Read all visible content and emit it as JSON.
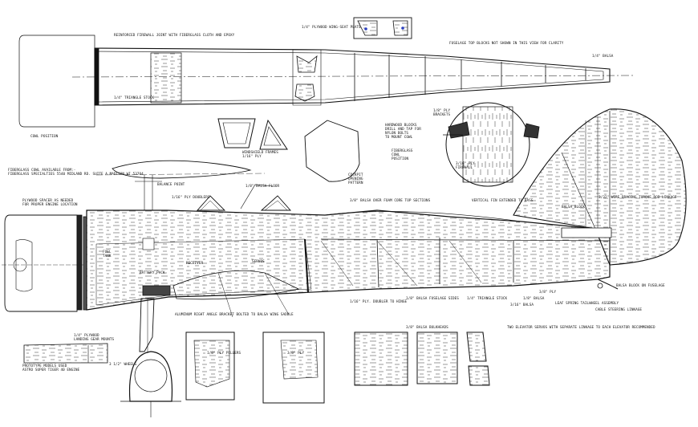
{
  "labels": {
    "firewall_joint": "REINFORCED FIREWALL JOINT WITH FIBERGLASS CLOTH AND EPOXY",
    "ply_wing_seat": "1/4\" PLYWOOD WING-SEAT PLATE",
    "top_blocks_note": "FUSELAGE TOP BLOCKS NOT SHOWN IN THIS VIEW FOR CLARITY",
    "balsa_quarter": "1/4\" BALSA",
    "triangle_stock": "1/4\" TRIANGLE STOCK",
    "cowl_position": "COWL POSITION",
    "ply_brackets": "1/8\" PLY\nBRACKETS",
    "hardwood_blocks": "HARDWOOD BLOCKS\nDRILL AND TAP FOR\nNYLON BOLTS\nTO MOUNT COWL",
    "windshield_frames": "WINDSHIELD FRAMES\n1/16\" PLY",
    "fiberglass_cowl_position": "FIBERGLASS\nCOWL\nPOSITION",
    "ply_firewall": "3/16\" PLY\nFIREWALL",
    "cowl_available": "FIBERGLASS COWL AVAILABLE FROM:-\nFIBERGLASS SPECIALTIES 5540 MIDLAND RD. SUITE A MADISON WI 53704",
    "balance_point": "BALANCE POINT",
    "balsa_floor": "1/8\" BALSA FLOOR",
    "ply_doublers": "1/16\" PLY DOUBLERS",
    "cockpit_pattern": "COCKPIT\nOPENING\nPATTERN",
    "ply_spacer": "PLYWOOD SPACER AS NEEDED\nFOR PROPER ENGINE LOCATION",
    "foam_core_sections": "3/8\" BALSA OVER FOAM CORE TOP SECTIONS",
    "vertical_fin": "VERTICAL FIN EXTENDED TO BASE",
    "balsa_block": "BALSA BLOCK",
    "wire_bracing": "3/32\" WIRE BRACING TORQUE ROD LINKAGE",
    "fuel_tank": "FUEL\nTANK",
    "battery_pack": "BATTERY PACK",
    "receiver": "RECEIVER",
    "servos": "SERVOS",
    "ply_lw": "3/8\" PLY",
    "balsa_18": "1/8\" BALSA",
    "balsa_block_fuselage": "BALSA BLOCK ON FUSELAGE",
    "ply_doubler_hinge": "1/16\" PLY. DOUBLER TO HINGE",
    "balsa_fuselage_sides": "1/8\" BALSA FUSELAGE SIDES",
    "triangle_stock_b": "1/4\" TRIANGLE STOCK",
    "balsa_316": "3/16\" BALSA",
    "leaf_spring": "LEAF SPRING TAILWHEEL ASSEMBLY",
    "cable_steering": "CABLE STEERING LINKAGE",
    "angle_bracket": "ALUMINUM RIGHT ANGLE BRACKET BOLTED TO BALSA WING SADDLE",
    "landing_gear_mount": "1/4\" PLYWOOD\nLANDING GEAR MOUNTS",
    "prototype_note": "PROTOTYPE MODELS USED\nASTRO SUPER TIGER 40 ENGINE",
    "wheels": "3 1/2\" WHEELS",
    "ply_fillers": "1/8\" PLY FILLERS",
    "ply_part": "3/8\" PLY",
    "balsa_bulkheads": "3/8\" BALSA BULKHEADS",
    "elevator_servos": "TWO ELEVATOR SERVOS WITH SEPARATE LINKAGE TO EACH ELEVATOR RECOMMENDED"
  }
}
